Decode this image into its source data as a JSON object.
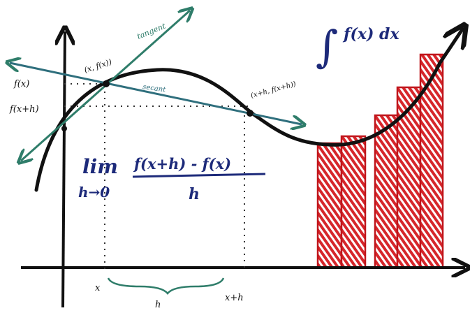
{
  "labels": {
    "f_x": "f(x)",
    "f_x_plus_h": "f(x+h)",
    "point_a": "(x, f(x))",
    "point_b": "(x+h, f(x+h))",
    "tangent_word": "tangent",
    "secant_word": "secant",
    "x_tick": "x",
    "x_plus_h_tick": "x+h",
    "h_brace": "h"
  },
  "limit_formula": {
    "lim": "lim",
    "lim_sub": "h→0",
    "numerator": "f(x+h) - f(x)",
    "denominator": "h"
  },
  "integral_formula": {
    "integral_sign": "∫",
    "integrand": "f(x) dx"
  },
  "colors": {
    "ink": "#111111",
    "axes": "#111111",
    "tangent": "#2f7d6a",
    "secant": "#2f6f7d",
    "formula": "#1d2a7a",
    "bars_stroke": "#c0151b",
    "bars_fill": "#d6262b"
  }
}
